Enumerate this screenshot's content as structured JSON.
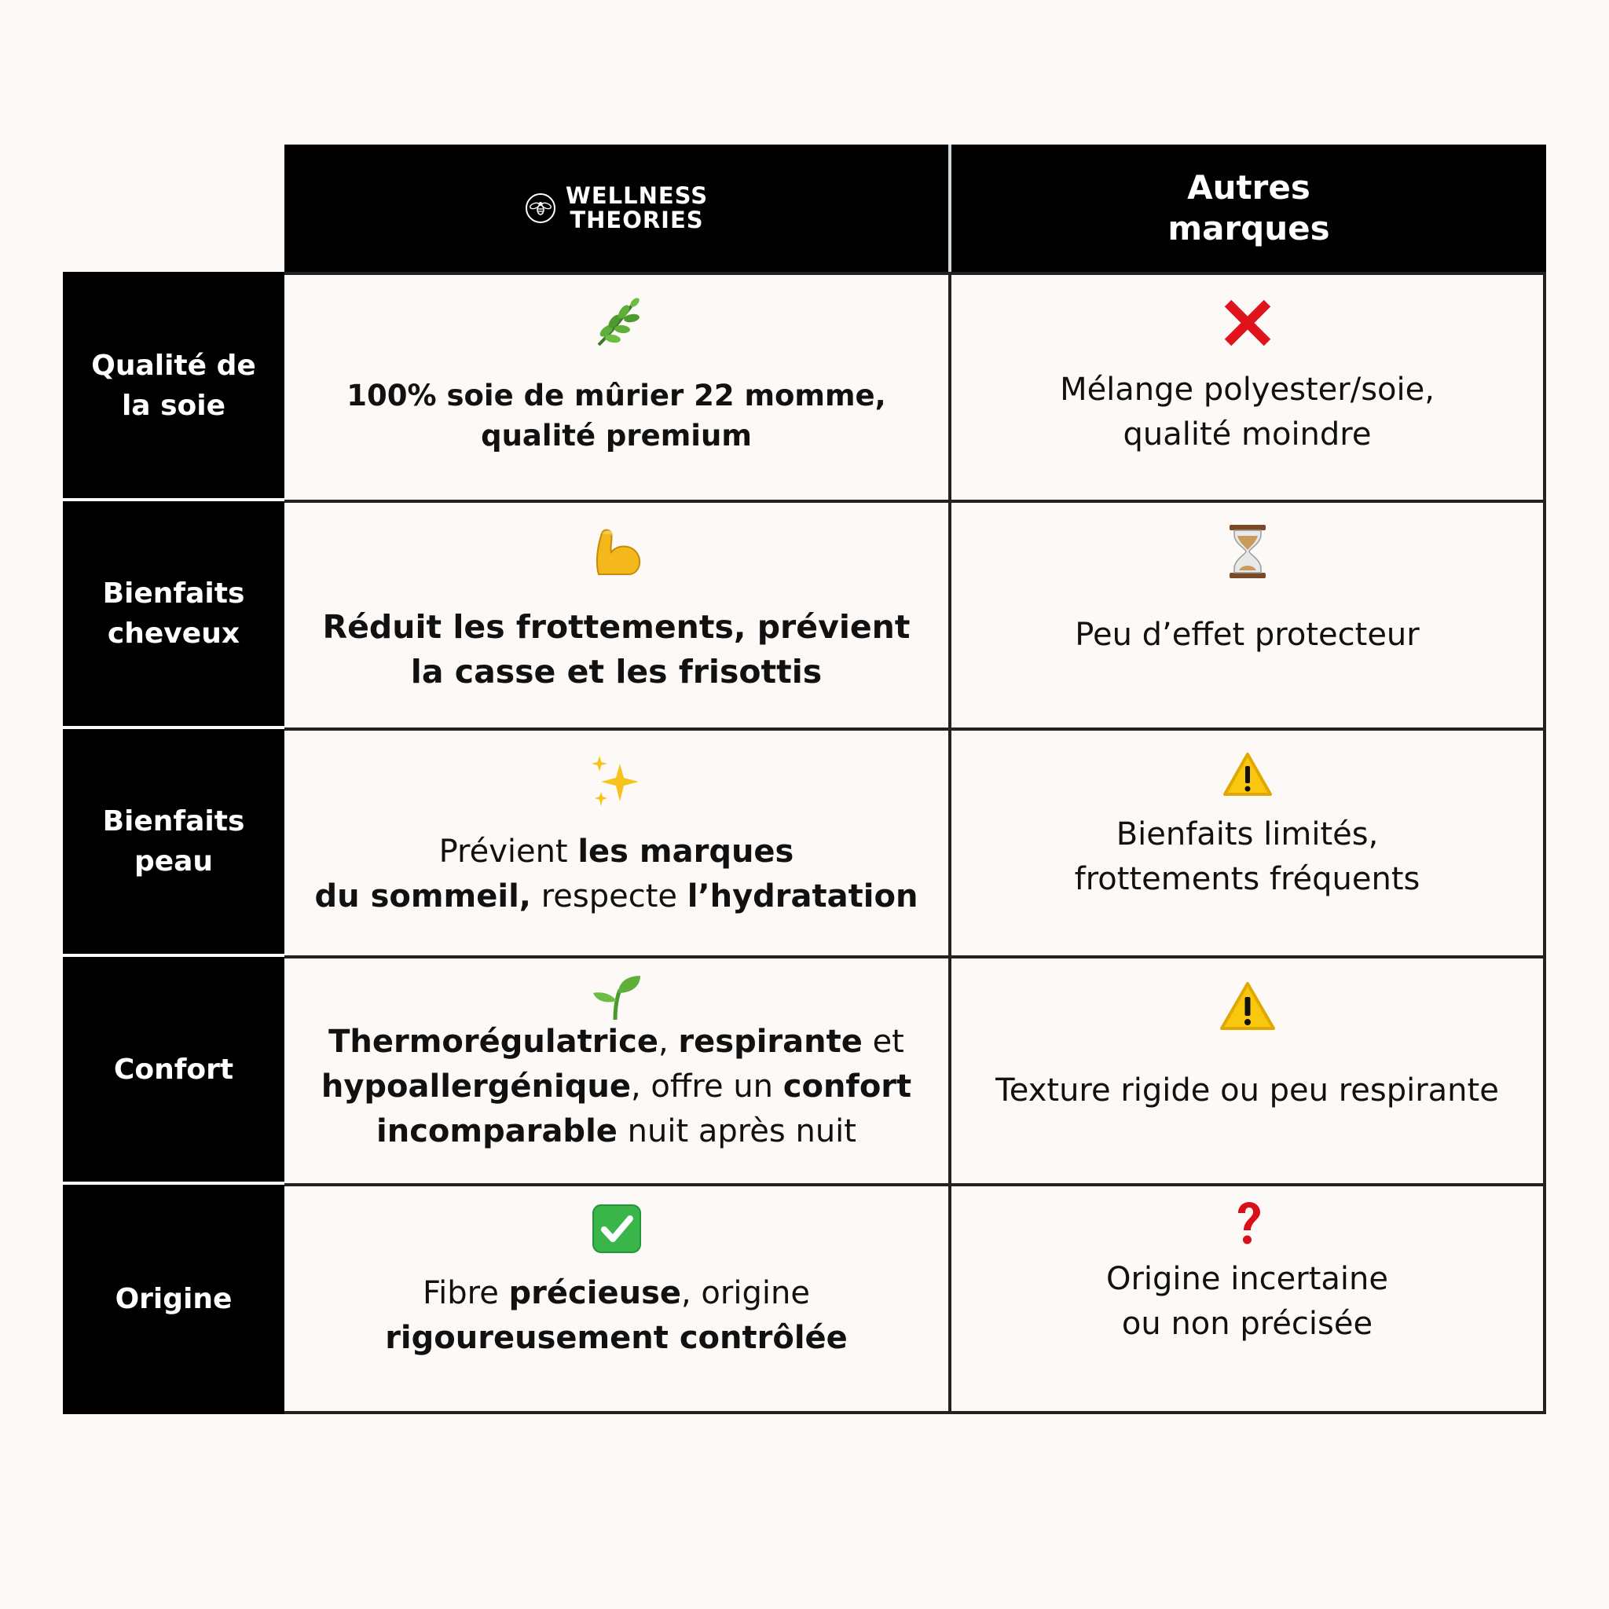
{
  "header": {
    "brand_line1": "WELLNESS",
    "brand_line2": "THEORIES",
    "brand_logo_icon": "bee-logo-icon",
    "other_line1": "Autres",
    "other_line2": "marques"
  },
  "rows": [
    {
      "label_line1": "Qualité de",
      "label_line2": "la soie",
      "brand_icon": "herb-icon",
      "brand_text": [
        "100% soie de mûrier 22 momme,",
        "qualité premium"
      ],
      "other_icon": "cross-mark-icon",
      "other_text": [
        "Mélange polyester/soie,",
        "qualité moindre"
      ]
    },
    {
      "label_line1": "Bienfaits",
      "label_line2": "cheveux",
      "brand_icon": "flexed-biceps-icon",
      "brand_text": [
        "Réduit les frottements, prévient",
        "la casse et les frisottis"
      ],
      "other_icon": "hourglass-icon",
      "other_text": [
        "Peu d’effet protecteur"
      ]
    },
    {
      "label_line1": "Bienfaits",
      "label_line2": "peau",
      "brand_icon": "sparkles-icon",
      "brand_text_a": "Prévient ",
      "brand_text_b": "les marques",
      "brand_text_c": "du sommeil,",
      "brand_text_d": " respecte ",
      "brand_text_e": "l’hydratation",
      "other_icon": "warning-icon",
      "other_text": [
        "Bienfaits limités,",
        "frottements fréquents"
      ]
    },
    {
      "label_line1": "Confort",
      "label_line2": "",
      "brand_icon": "seedling-icon",
      "brand_text_a": "Thermorégulatrice",
      "brand_text_b": ", ",
      "brand_text_c": "respirante",
      "brand_text_d": " et",
      "brand_text_e": "hypoallergénique",
      "brand_text_f": ", offre un ",
      "brand_text_g": "confort",
      "brand_text_h": "incomparable",
      "brand_text_i": " nuit après nuit",
      "other_icon": "warning-icon",
      "other_text": [
        "Texture rigide ou peu respirante"
      ]
    },
    {
      "label_line1": "Origine",
      "label_line2": "",
      "brand_icon": "check-mark-button-icon",
      "brand_text_a": "Fibre ",
      "brand_text_b": "précieuse",
      "brand_text_c": ", origine",
      "brand_text_d": "rigoureusement contrôlée",
      "other_icon": "red-question-mark-icon",
      "other_text": [
        "Origine incertaine",
        "ou non précisée"
      ]
    }
  ]
}
